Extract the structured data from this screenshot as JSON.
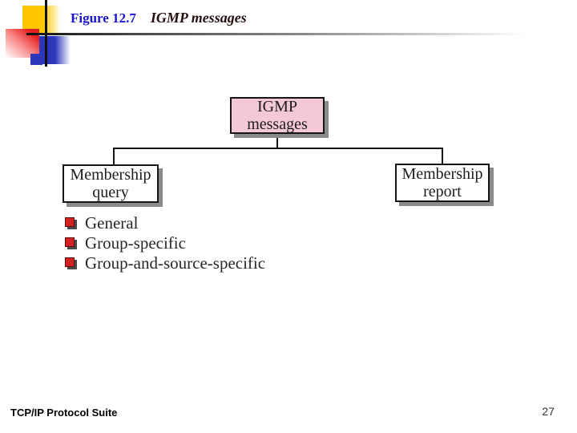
{
  "slide": {
    "title_label": "Figure 12.7",
    "title_caption": "IGMP messages",
    "footer": "TCP/IP Protocol Suite",
    "page_number": "27"
  },
  "diagram": {
    "root": {
      "line1": "IGMP",
      "line2": "messages"
    },
    "children": [
      {
        "line1": "Membership",
        "line2": "query"
      },
      {
        "line1": "Membership",
        "line2": "report"
      }
    ],
    "query_types": [
      "General",
      "Group-specific",
      "Group-and-source-specific"
    ]
  },
  "colors": {
    "title_label_blue": "#1a17c8",
    "title_caption_maroon": "#241010",
    "root_box_pink": "#f3c9d6",
    "box_border": "#151515",
    "box_shadow_gray": "#8a8a8a",
    "bullet_red": "#d42222",
    "accent_yellow": "#ffc600",
    "accent_blue": "#2b36bb",
    "accent_red": "#e62020"
  }
}
